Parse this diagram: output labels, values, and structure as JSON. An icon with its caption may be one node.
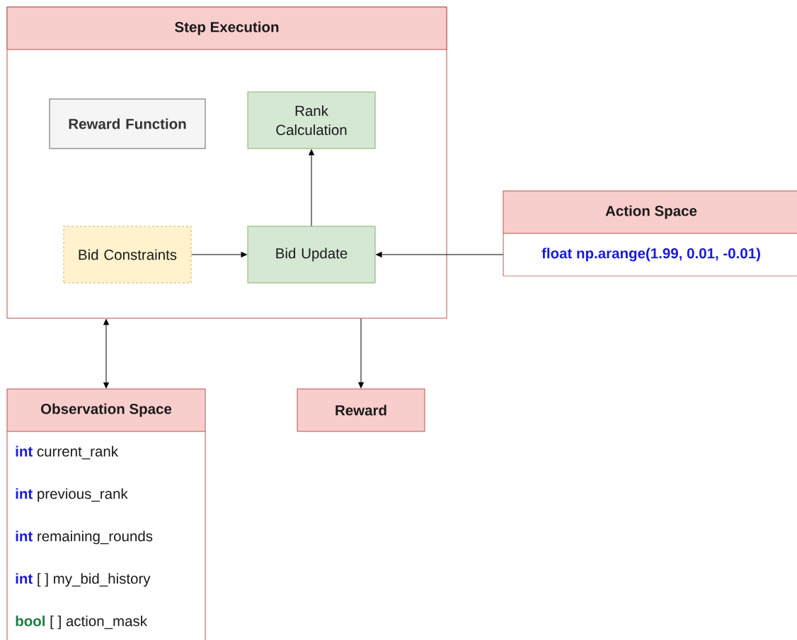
{
  "diagram": {
    "nodes": [
      {
        "text": [
          "Step Execution"
        ]
      },
      {
        "text": [
          "Reward Function"
        ],
        "in": 0
      },
      {
        "text": [
          "Rank Calculation"
        ],
        "in": 0
      },
      {
        "text": [
          "Bid Constraints"
        ],
        "in": 0
      },
      {
        "text": [
          "Bid Update"
        ],
        "in": 0
      },
      {
        "text": [
          "Action Space",
          "float np.arange(1.99, 0.01, -0.01)"
        ]
      },
      {
        "text": [
          "Observation Space",
          "**int** current_rank",
          "**int** previous_rank",
          "**int** remaining_rounds",
          "**int** [ ] my_bid_history",
          "**bool** [ ] action_mask"
        ]
      },
      {
        "text": [
          "Reward"
        ]
      }
    ],
    "edges": [
      {
        "from": 3,
        "to": 4,
        "arrow": "to"
      },
      {
        "from": 4,
        "to": 2,
        "arrow": "to"
      },
      {
        "from": 5,
        "to": 4,
        "arrow": "to"
      },
      {
        "from": 0,
        "to": 6,
        "arrow": "both"
      },
      {
        "from": 0,
        "to": 7,
        "arrow": "to"
      }
    ]
  }
}
